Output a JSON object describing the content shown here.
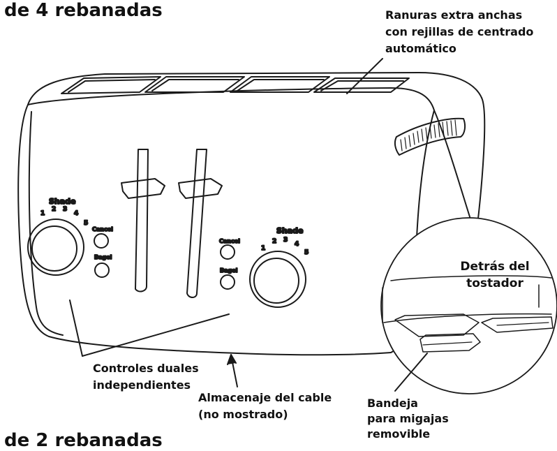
{
  "title_top": "de 4 rebanadas",
  "title_bottom": "de 2 rebanadas",
  "labels": {
    "slots": [
      "Ranuras extra anchas",
      "con rejillas de centrado",
      "automático"
    ],
    "dual_controls": [
      "Controles duales",
      "independientes"
    ],
    "cord_storage": [
      "Almacenaje del cable",
      "(no mostrado)"
    ],
    "crumb_tray": [
      "Bandeja",
      "para migajas",
      "removible"
    ],
    "behind": [
      "Detrás del",
      "tostador"
    ]
  },
  "knob_left": {
    "heading": "Shade",
    "numbers": [
      "1",
      "2",
      "3",
      "4",
      "5"
    ],
    "buttons": [
      "Cancel",
      "Bagel"
    ]
  },
  "knob_right": {
    "heading": "Shade",
    "numbers": [
      "1",
      "2",
      "3",
      "4",
      "5"
    ],
    "buttons": [
      "Cancel",
      "Bagel"
    ]
  }
}
